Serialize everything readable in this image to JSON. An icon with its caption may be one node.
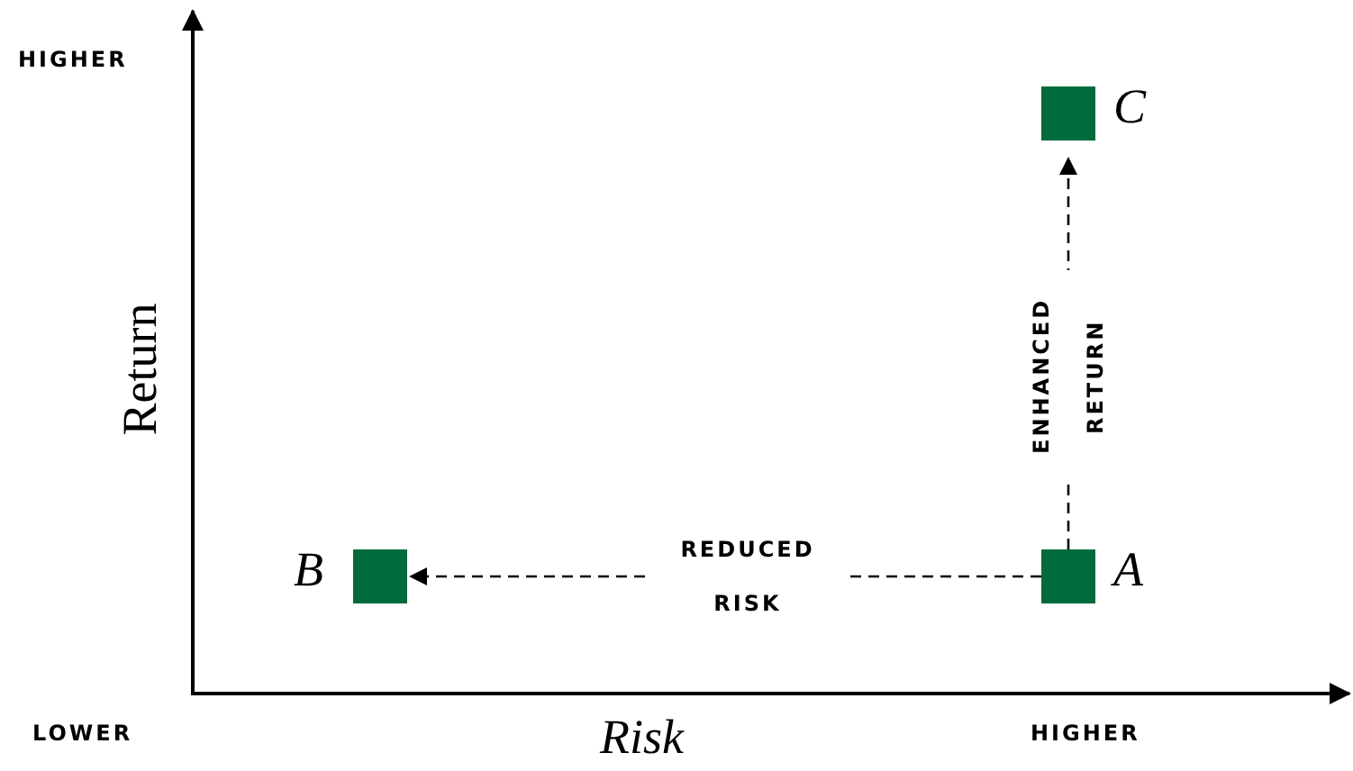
{
  "diagram": {
    "nodes": [
      {
        "text": [],
        "shape": "box",
        "beside": [
          "C"
        ]
      },
      {
        "text": [],
        "shape": "box",
        "beside": [
          "B"
        ]
      },
      {
        "text": [],
        "shape": "box",
        "beside": [
          "A"
        ]
      }
    ],
    "edges": [
      {
        "from": 2,
        "to": 1,
        "arrow": "to",
        "style": "dashed",
        "label": "REDUCED RISK"
      },
      {
        "from": 2,
        "to": 0,
        "arrow": "to",
        "style": "dashed",
        "label": "ENHANCED RETURN"
      }
    ],
    "labels": [
      "HIGHER",
      "Return",
      "LOWER",
      "Risk",
      "HIGHER"
    ]
  }
}
